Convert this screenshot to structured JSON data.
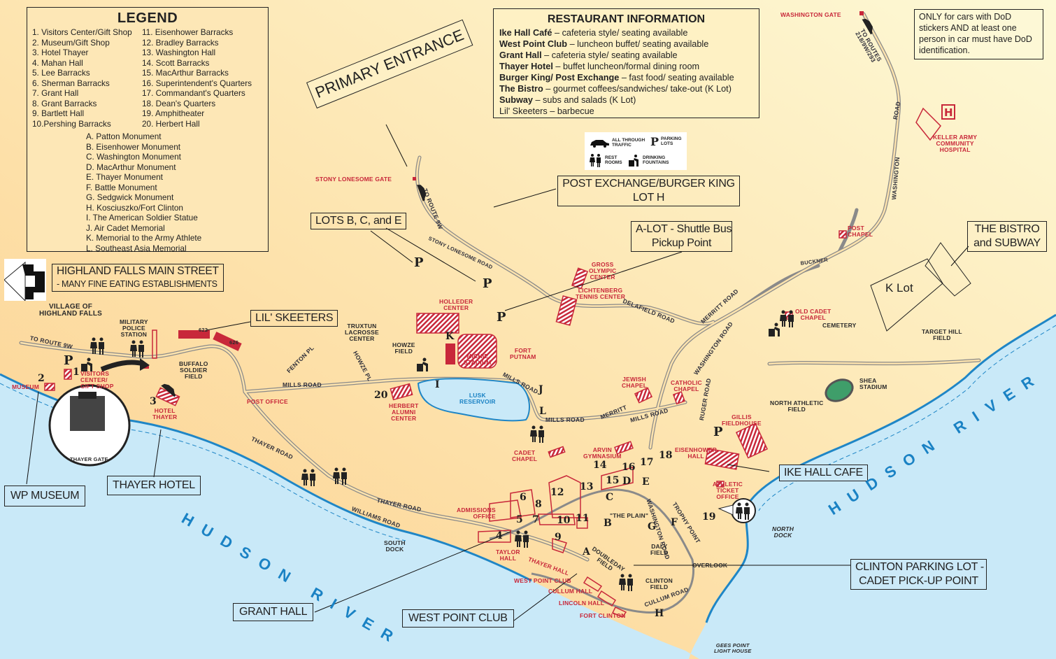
{
  "legend": {
    "title": "LEGEND",
    "buildings_col1": [
      "1. Visitors Center/Gift Shop",
      "2. Museum/Gift Shop",
      "3. Hotel Thayer",
      "4. Mahan Hall",
      "5. Lee Barracks",
      "6. Sherman Barracks",
      "7. Grant Hall",
      "8. Grant Barracks",
      "9. Bartlett Hall",
      "10.Pershing Barracks"
    ],
    "buildings_col2": [
      "11.  Eisenhower Barracks",
      "12.  Bradley Barracks",
      "13.  Washington Hall",
      "14.  Scott Barracks",
      "15.  MacArthur Barracks",
      "16.  Superintendent's Quarters",
      "17.  Commandant's Quarters",
      "18.  Dean's Quarters",
      "19.  Amphitheater",
      "20.  Herbert Hall"
    ],
    "monuments": [
      "A. Patton Monument",
      "B. Eisenhower Monument",
      "C. Washington Monument",
      "D. MacArthur Monument",
      "E. Thayer Monument",
      "F.  Battle Monument",
      "G. Sedgwick Monument",
      "H. Kosciuszko/Fort Clinton",
      "I.   The American Soldier Statue",
      "J.  Air Cadet Memorial",
      "K. Memorial to the Army Athlete",
      "L.  Southeast Asia Memorial"
    ]
  },
  "restaurant_info": {
    "title": "RESTAURANT INFORMATION",
    "items": [
      {
        "name": "Ike Hall Café",
        "desc": " – cafeteria style/ seating available"
      },
      {
        "name": "West Point Club",
        "desc": " – luncheon buffet/ seating available"
      },
      {
        "name": "Grant Hall",
        "desc": " – cafeteria style/ seating available"
      },
      {
        "name": "Thayer Hotel",
        "desc": " – buffet luncheon/formal dining room"
      },
      {
        "name": "Burger King/ Post Exchange",
        "desc": " – fast  food/ seating available"
      },
      {
        "name": "The Bistro",
        "desc": " – gourmet coffees/sandwiches/ take-out (K Lot)"
      },
      {
        "name": "Subway",
        "desc": " – subs and salads (K Lot)"
      },
      {
        "name": "",
        "desc": "Lil' Skeeters – barbecue"
      }
    ]
  },
  "dod_note": "ONLY  for cars  with DoD stickers  AND at least one person in car must have DoD identification.",
  "symbol_key": {
    "traffic": "ALL THROUGH TRAFFIC",
    "parking": "PARKING LOTS",
    "restrooms": "REST ROOMS",
    "fountains": "DRINKING FOUNTAINS"
  },
  "callouts": {
    "primary_entrance": "PRIMARY ENTRANCE",
    "post_exchange_l1": "POST EXCHANGE/BURGER KING",
    "post_exchange_l2": "LOT H",
    "lots_bce": "LOTS B, C, and E",
    "a_lot_l1": "A-LOT - Shuttle Bus",
    "a_lot_l2": "Pickup Point",
    "bistro_l1": "THE BISTRO",
    "bistro_l2": "and SUBWAY",
    "k_lot": "K Lot",
    "highland_l1": "HIGHLAND FALLS MAIN STREET",
    "highland_l2": " - MANY FINE EATING  ESTABLISHMENTS",
    "lil_skeeters": "LIL' SKEETERS",
    "wp_museum": "WP MUSEUM",
    "thayer_hotel": "THAYER  HOTEL",
    "ike_hall_cafe": "IKE HALL CAFE",
    "clinton_l1": "CLINTON PARKING  LOT -",
    "clinton_l2": "CADET PICK-UP POINT",
    "grant_hall": "GRANT HALL",
    "west_point_club": "WEST POINT CLUB"
  },
  "gates": {
    "washington_gate": "WASHINGTON GATE",
    "stony_lonesome_gate": "STONY LONESOME GATE",
    "thayer_gate": "THAYER GATE"
  },
  "places": {
    "keller_l1": "KELLER ARMY",
    "keller_l2": "COMMUNITY",
    "keller_l3": "HOSPITAL",
    "village_l1": "VILLAGE OF",
    "village_l2": "HIGHLAND FALLS",
    "mp_l1": "MILITARY",
    "mp_l2": "POLICE",
    "mp_l3": "STATION",
    "buffalo_l1": "BUFFALO",
    "buffalo_l2": "SOLDIER",
    "buffalo_l3": "FIELD",
    "visitors_l1": "VISITORS",
    "visitors_l2": "CENTER/",
    "visitors_l3": "GIFT SHOP",
    "museum": "MUSEUM",
    "hotel_l1": "HOTEL",
    "hotel_l2": "THAYER",
    "post_office": "POST OFFICE",
    "truxtun_l1": "TRUXTUN",
    "truxtun_l2": "LACROSSE",
    "truxtun_l3": "CENTER",
    "howze_l1": "HOWZE",
    "howze_l2": "FIELD",
    "holleder_l1": "HOLLEDER",
    "holleder_l2": "CENTER",
    "michie_l1": "MICHIE",
    "michie_l2": "STADIUM",
    "fort_putnam_l1": "FORT",
    "fort_putnam_l2": "PUTNAM",
    "gross_l1": "GROSS",
    "gross_l2": "OLYMPIC",
    "gross_l3": "CENTER",
    "lichtenberg_l1": "LICHTENBERG",
    "lichtenberg_l2": "TENNIS CENTER",
    "lusk_l1": "LUSK",
    "lusk_l2": "RESERVOIR",
    "herbert_l1": "HERBERT",
    "herbert_l2": "ALUMNI",
    "herbert_l3": "CENTER",
    "jewish_l1": "JEWISH",
    "jewish_l2": "CHAPEL",
    "catholic_l1": "CATHOLIC",
    "catholic_l2": "CHAPEL",
    "post_chapel_l1": "POST",
    "post_chapel_l2": "CHAPEL",
    "old_cadet_l1": "OLD CADET",
    "old_cadet_l2": "CHAPEL",
    "cemetery": "CEMETERY",
    "target_l1": "TARGET HILL",
    "target_l2": "FIELD",
    "shea_l1": "SHEA",
    "shea_l2": "STADIUM",
    "north_athletic_l1": "NORTH ATHLETIC",
    "north_athletic_l2": "FIELD",
    "gillis_l1": "GILLIS",
    "gillis_l2": "FIELDHOUSE",
    "eisenhower_l1": "EISENHOWER",
    "eisenhower_l2": "HALL",
    "athletic_l1": "ATHLETIC",
    "athletic_l2": "TICKET",
    "athletic_l3": "OFFICE",
    "cadet_chapel_l1": "CADET",
    "cadet_chapel_l2": "CHAPEL",
    "arvin_l1": "ARVIN",
    "arvin_l2": "GYMNASIUM",
    "admissions_l1": "ADMISSIONS",
    "admissions_l2": "OFFICE",
    "the_plain": "\"THE PLAIN\"",
    "taylor_l1": "TAYLOR",
    "taylor_l2": "HALL",
    "thayer_hall": "THAYER HALL",
    "west_point_club": "WEST POINT CLUB",
    "cullum_hall": "CULLUM HALL",
    "lincoln_hall": "LINCOLN HALL",
    "fort_clinton": "FORT CLINTON",
    "daly_l1": "DALY",
    "daly_l2": "FIELD",
    "clinton_field_l1": "CLINTON",
    "clinton_field_l2": "FIELD",
    "doubleday_l1": "DOUBLEDAY",
    "doubleday_l2": "FIELD",
    "overlook": "OVERLOOK",
    "north_dock_l1": "NORTH",
    "north_dock_l2": "DOCK",
    "south_dock_l1": "SOUTH",
    "south_dock_l2": "DOCK",
    "gees_l1": "GEES POINT",
    "gees_l2": "LIGHT HOUSE",
    "bldg_622": "622",
    "bldg_626": "626"
  },
  "roads": {
    "to_routes_l1": "TO ROUTES",
    "to_routes_l2": "218/9W/293",
    "washington_road": "WASHINGTON",
    "road": "ROAD",
    "to_route_9w_a": "TO ROUTE 9W",
    "to_route_9w_b": "TO ROUTE 9W",
    "stony_lonesome_road": "STONY LONESOME ROAD",
    "delafield_road": "DELAFIELD ROAD",
    "buckner": "BUCKNER",
    "merritt_road": "MERRITT ROAD",
    "washington_road_full": "WASHINGTON ROAD",
    "ruger_road": "RUGER ROAD",
    "mills_road_a": "MILLS ROAD",
    "mills_road_b": "MILLS ROAD",
    "mills_road_c": "MILLS ROAD",
    "mills_road_d": "MILLS ROAD",
    "merritt": "MERRITT",
    "fenton_pl": "FENTON PL",
    "howze_pl": "HOWZE PL",
    "thayer_road_a": "THAYER  ROAD",
    "thayer_road_b": "THAYER  ROAD",
    "williams_road": "WILLIAMS  ROAD",
    "washington_road_b": "WASHINGTON ROAD",
    "trophy_point": "TROPHY POINT",
    "cullum_road": "CULLUM ROAD"
  },
  "river": {
    "left": "HUDSON  RIVER",
    "right": "HUDSON  RIVER"
  },
  "markers": {
    "numbers": [
      "1",
      "2",
      "3",
      "4",
      "5",
      "6",
      "7",
      "8",
      "9",
      "10",
      "11",
      "12",
      "13",
      "14",
      "15",
      "16",
      "17",
      "18",
      "19",
      "20"
    ],
    "letters": [
      "A",
      "B",
      "C",
      "D",
      "E",
      "F",
      "G",
      "H",
      "I",
      "J",
      "K",
      "L"
    ],
    "parking": "P"
  },
  "colors": {
    "land": "#fdd9a0",
    "land_light": "#fdf6d3",
    "water": "#c9e9f8",
    "shore": "#1f86c6",
    "road": "#8a8a8a",
    "building_red": "#c8283a",
    "river_text": "#1a82c4"
  }
}
